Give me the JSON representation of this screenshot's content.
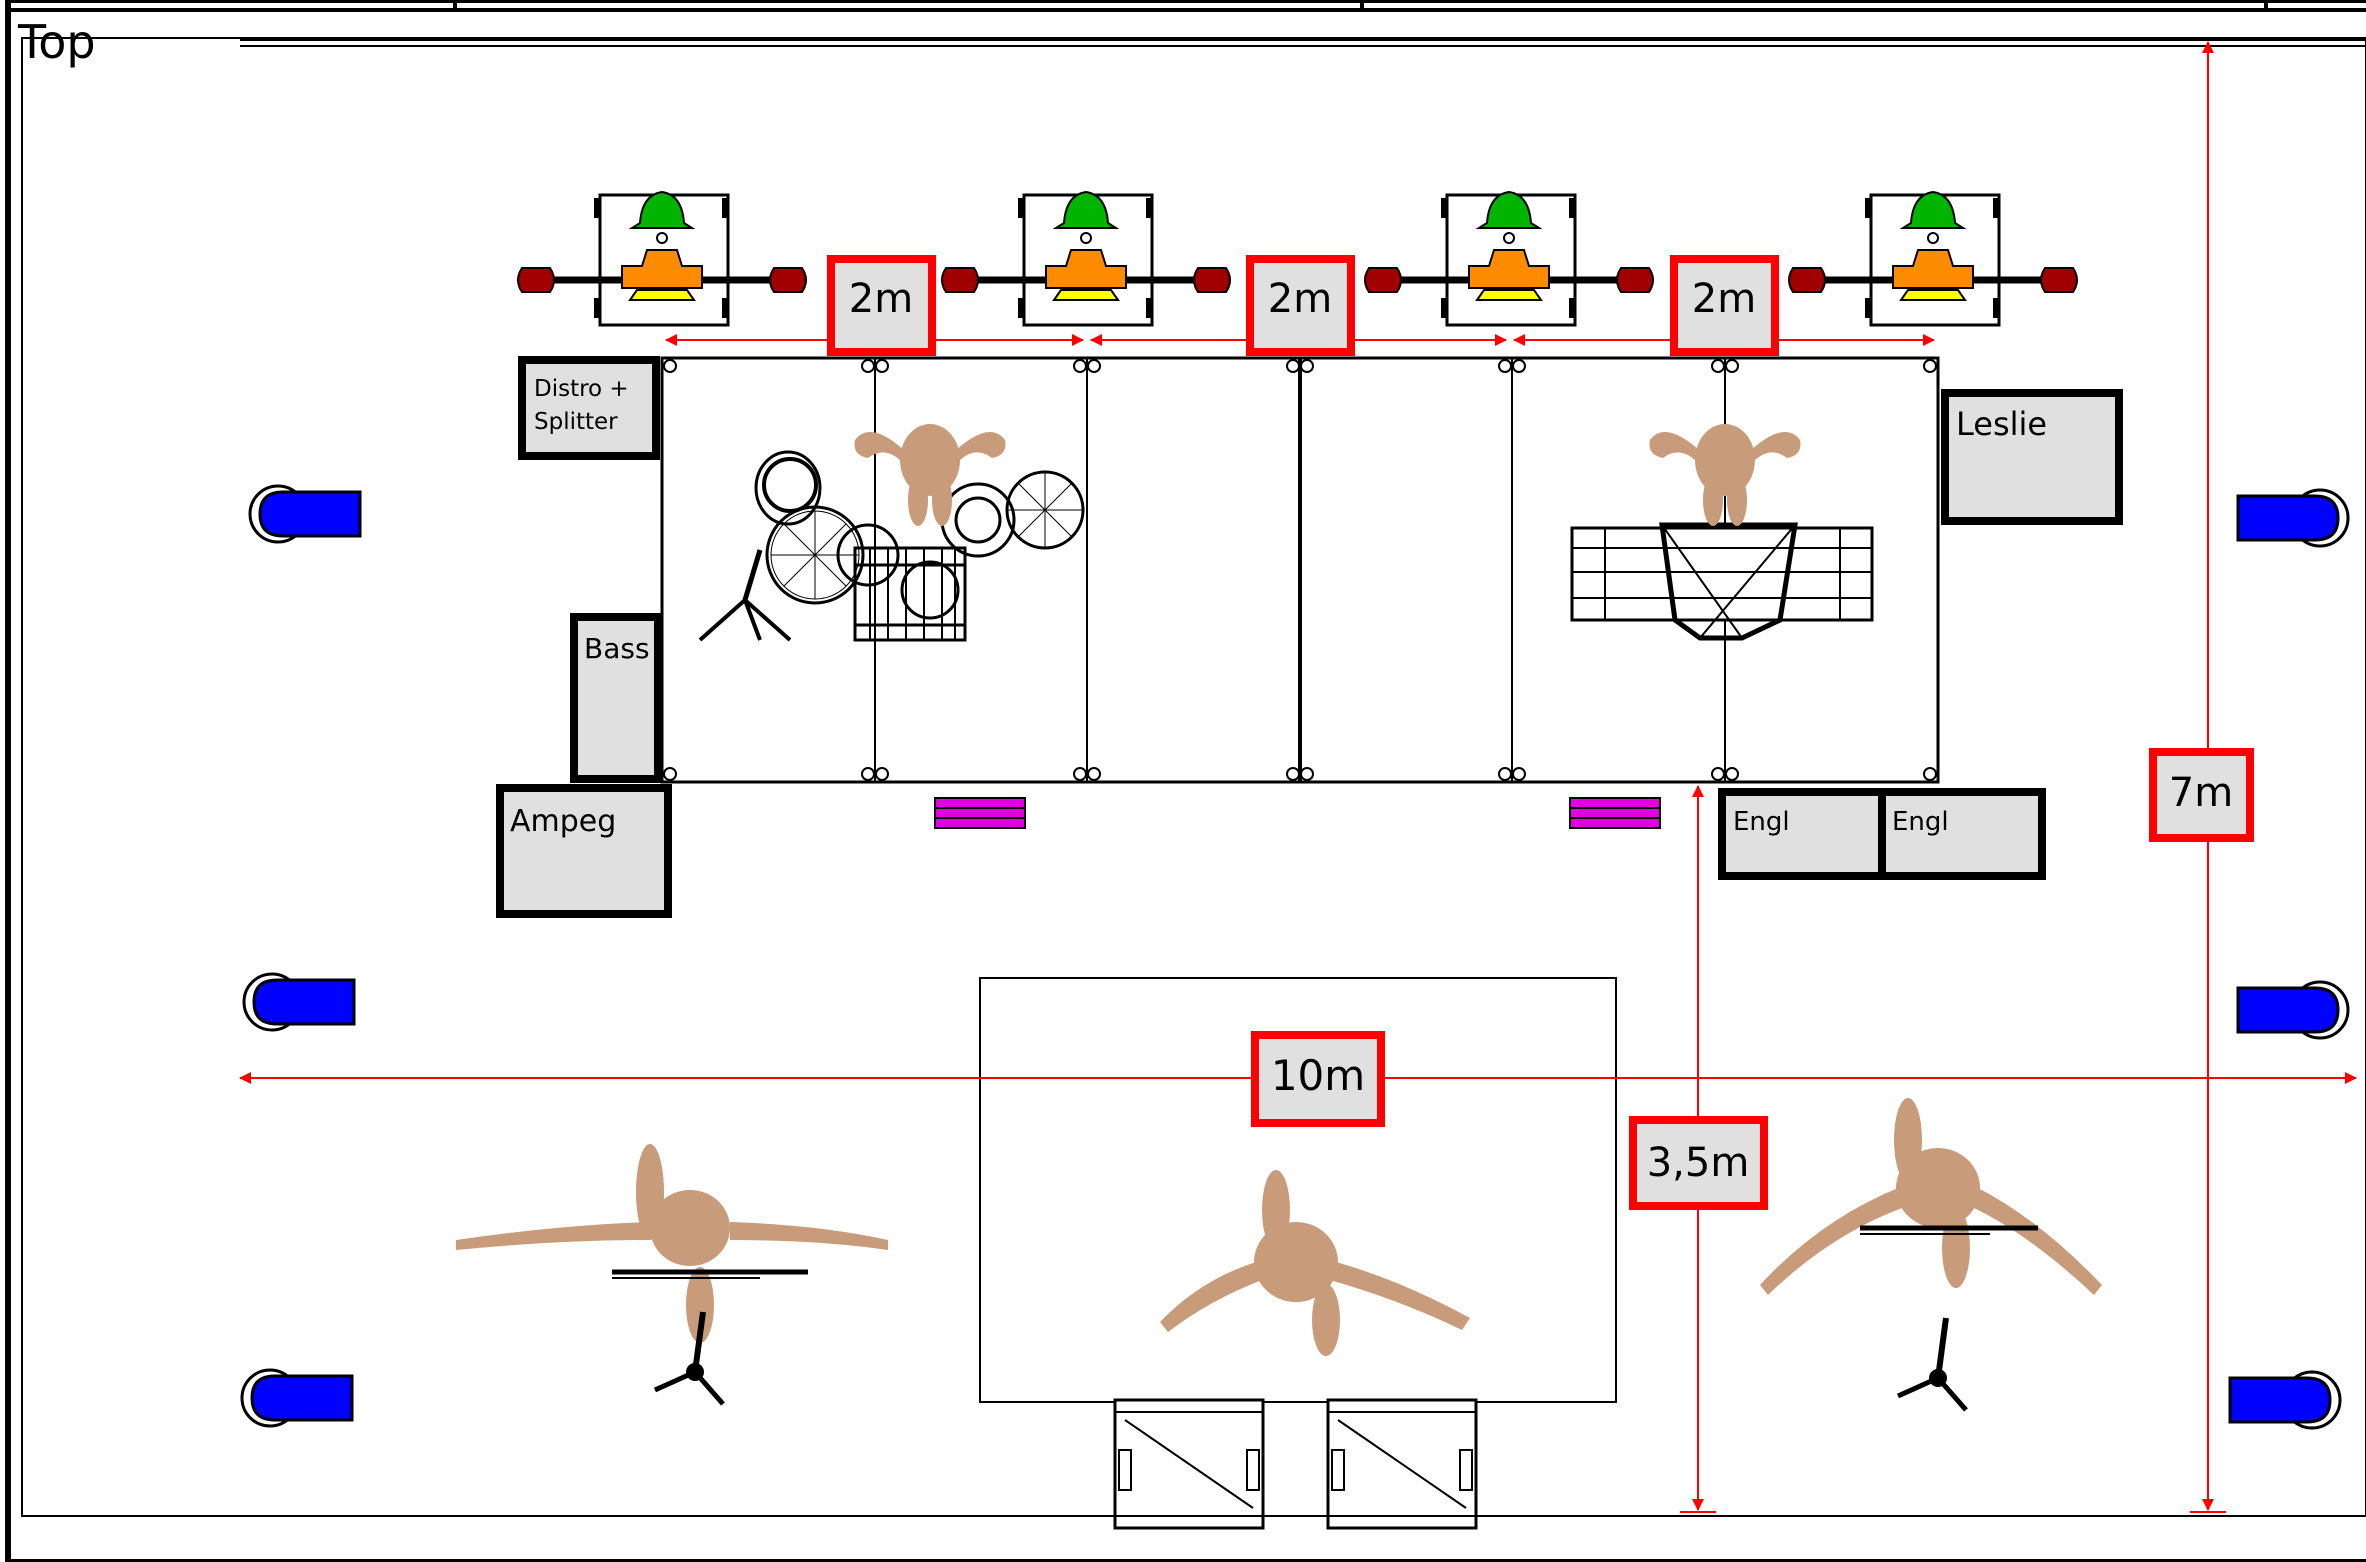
{
  "title": "Top",
  "dimensions": {
    "riser_gap": "2m",
    "stage_width": "10m",
    "stage_depth": "7m",
    "front_depth": "3,5m"
  },
  "equipment": {
    "distro_line1": "Distro +",
    "distro_line2": "Splitter",
    "bass": "Bass",
    "ampeg": "Ampeg",
    "leslie": "Leslie",
    "engl_left": "Engl",
    "engl_right": "Engl"
  },
  "colors": {
    "dimension": "#ff0000",
    "box_fill": "#e0e0e0",
    "person": "#c89b7b",
    "monitor": "#0000ff",
    "light_green": "#00b400",
    "light_orange": "#ff8c00",
    "light_yellow": "#ffff00",
    "light_red": "#a00000",
    "wedge": "#e000e0"
  }
}
